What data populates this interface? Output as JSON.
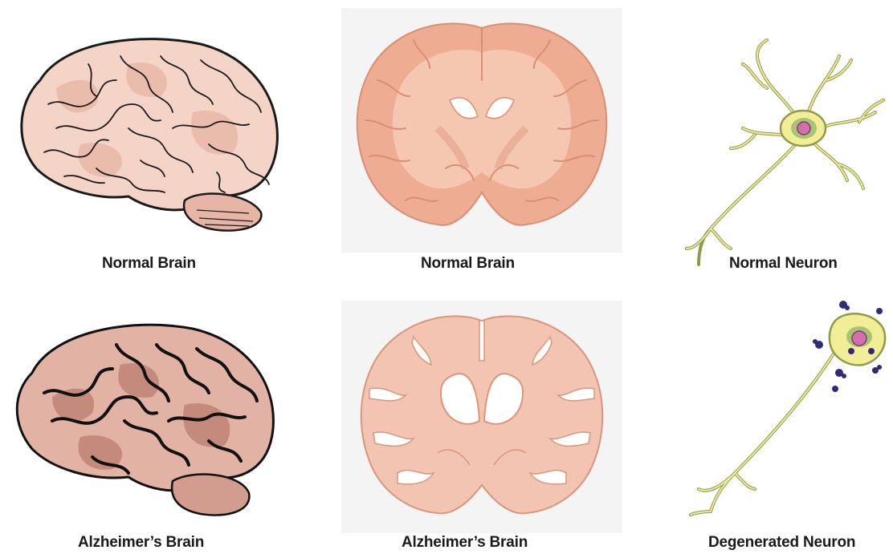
{
  "figure": {
    "captions": {
      "normal_brain_side": "Normal Brain",
      "normal_brain_section": "Normal Brain",
      "normal_neuron": "Normal Neuron",
      "alz_brain_side": "Alzheimer’s Brain",
      "alz_brain_section": "Alzheimer’s Brain",
      "degenerated_neuron": "Degenerated Neuron"
    },
    "colors": {
      "brain_light": "#f3d2c6",
      "brain_mid": "#e8b5a5",
      "alz_brain_light": "#e2b2a4",
      "alz_brain_dark": "#c89183",
      "section_tissue": "#eea98d",
      "section_white_matter": "#f5c4ad",
      "neuron_body": "#f3ef9a",
      "neuron_nucleus": "#d46fae",
      "plaque": "#2f2b78"
    }
  }
}
